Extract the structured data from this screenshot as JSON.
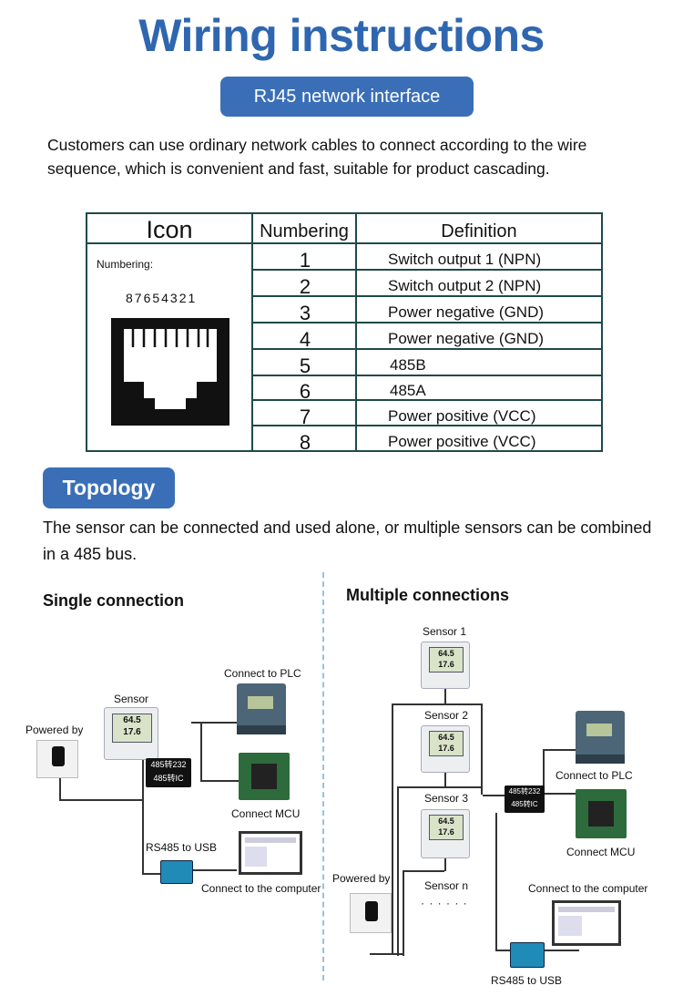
{
  "page": {
    "title": "Wiring instructions",
    "interface_badge": "RJ45 network interface",
    "intro": "Customers can use ordinary network cables to connect according to the wire sequence, which is convenient and fast, suitable for product cascading."
  },
  "pin_table": {
    "headers": {
      "icon": "Icon",
      "numbering": "Numbering",
      "definition": "Definition"
    },
    "icon_caption": "Numbering:",
    "icon_pin_digits": "87654321",
    "rows": [
      {
        "num": "1",
        "definition": "Switch output 1 (NPN)"
      },
      {
        "num": "2",
        "definition": "Switch output 2 (NPN)"
      },
      {
        "num": "3",
        "definition": "Power negative (GND)"
      },
      {
        "num": "4",
        "definition": "Power negative (GND)"
      },
      {
        "num": "5",
        "definition": "485B"
      },
      {
        "num": "6",
        "definition": "485A"
      },
      {
        "num": "7",
        "definition": "Power positive (VCC)"
      },
      {
        "num": "8",
        "definition": "Power positive (VCC)"
      }
    ]
  },
  "topology": {
    "badge": "Topology",
    "description": "The sensor can be connected and used alone, or multiple sensors can be combined in a 485 bus."
  },
  "single": {
    "heading": "Single connection",
    "sensor": "Sensor",
    "powered_by": "Powered by",
    "plc": "Connect to PLC",
    "mcu": "Connect MCU",
    "rs485": "RS485 to USB",
    "computer": "Connect to the computer"
  },
  "multiple": {
    "heading": "Multiple connections",
    "sensor1": "Sensor 1",
    "sensor2": "Sensor 2",
    "sensor3": "Sensor 3",
    "sensorn": "Sensor n",
    "dots": "· · · · · ·",
    "powered_by": "Powered by",
    "plc": "Connect to PLC",
    "mcu": "Connect MCU",
    "computer": "Connect to the computer",
    "rs485": "RS485 to USB"
  },
  "converter_chip": {
    "line1": "485转232",
    "line2": "485转IC"
  },
  "sensor_display": {
    "line1": "64.5",
    "line2": "17.6"
  }
}
